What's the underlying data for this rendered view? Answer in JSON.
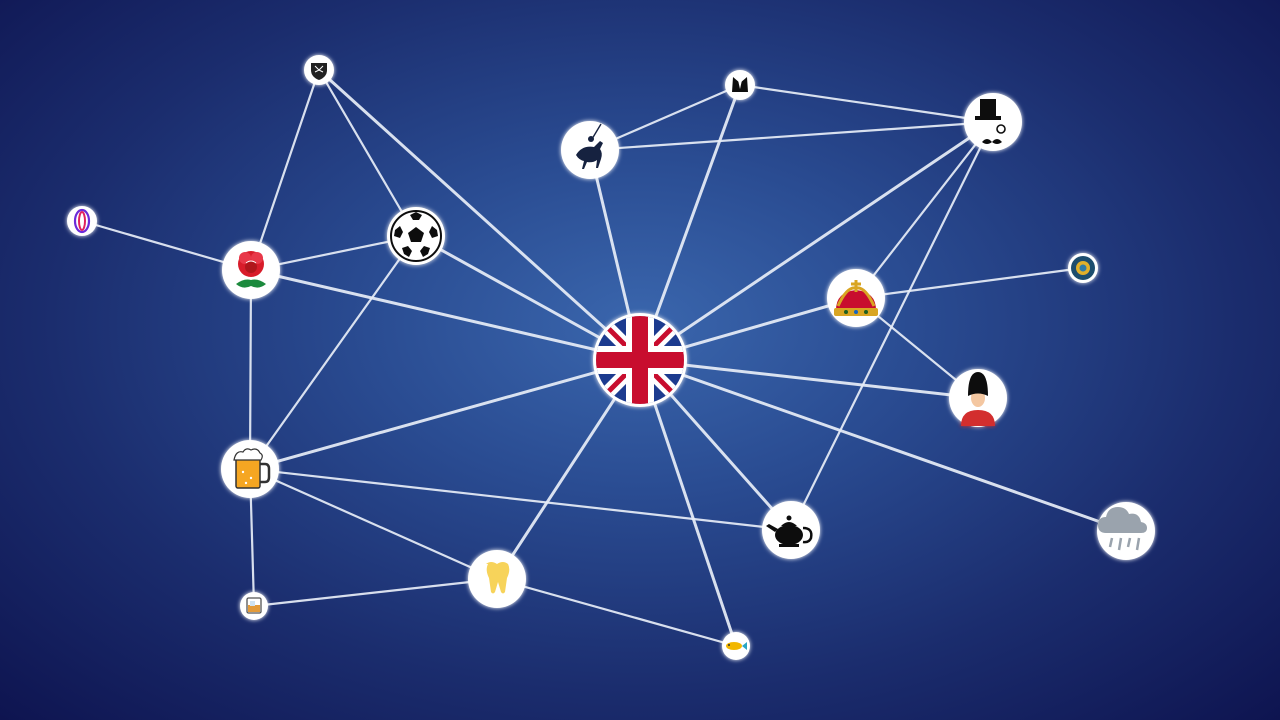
{
  "diagram": {
    "type": "network-graph",
    "colors": {
      "edge": "#e8eef8",
      "node_fill": "#ffffff",
      "background_center": "#3a66ad",
      "background_edge": "#0e1450"
    },
    "center_node": "union-jack",
    "nodes": [
      {
        "id": "union-jack",
        "icon": "union-jack-flag-icon"
      },
      {
        "id": "top-hat",
        "icon": "top-hat-monocle-mustache-icon"
      },
      {
        "id": "polo",
        "icon": "polo-player-horse-icon"
      },
      {
        "id": "suit",
        "icon": "suit-jacket-icon"
      },
      {
        "id": "crest",
        "icon": "shield-crest-icon"
      },
      {
        "id": "football",
        "icon": "soccer-ball-icon"
      },
      {
        "id": "rose",
        "icon": "england-rose-icon"
      },
      {
        "id": "rugby",
        "icon": "rugby-world-cup-icon"
      },
      {
        "id": "crown",
        "icon": "royal-crown-icon"
      },
      {
        "id": "badge",
        "icon": "round-badge-icon"
      },
      {
        "id": "guard",
        "icon": "royal-guard-icon"
      },
      {
        "id": "beer",
        "icon": "beer-mug-icon"
      },
      {
        "id": "teapot",
        "icon": "teapot-icon"
      },
      {
        "id": "rain",
        "icon": "rain-cloud-icon"
      },
      {
        "id": "tooth",
        "icon": "tooth-icon"
      },
      {
        "id": "whisky",
        "icon": "whisky-glass-icon"
      },
      {
        "id": "fish",
        "icon": "fish-chips-icon"
      }
    ],
    "edges": [
      [
        "union-jack",
        "top-hat"
      ],
      [
        "union-jack",
        "polo"
      ],
      [
        "union-jack",
        "suit"
      ],
      [
        "union-jack",
        "crest"
      ],
      [
        "union-jack",
        "football"
      ],
      [
        "union-jack",
        "rose"
      ],
      [
        "union-jack",
        "crown"
      ],
      [
        "union-jack",
        "guard"
      ],
      [
        "union-jack",
        "beer"
      ],
      [
        "union-jack",
        "teapot"
      ],
      [
        "union-jack",
        "rain"
      ],
      [
        "union-jack",
        "tooth"
      ],
      [
        "union-jack",
        "fish"
      ],
      [
        "suit",
        "polo"
      ],
      [
        "suit",
        "top-hat"
      ],
      [
        "polo",
        "top-hat"
      ],
      [
        "top-hat",
        "crown"
      ],
      [
        "top-hat",
        "teapot"
      ],
      [
        "crown",
        "badge"
      ],
      [
        "crown",
        "guard"
      ],
      [
        "crest",
        "rose"
      ],
      [
        "crest",
        "football"
      ],
      [
        "rugby",
        "rose"
      ],
      [
        "rose",
        "football"
      ],
      [
        "rose",
        "beer"
      ],
      [
        "football",
        "beer"
      ],
      [
        "beer",
        "teapot"
      ],
      [
        "beer",
        "tooth"
      ],
      [
        "beer",
        "whisky"
      ],
      [
        "whisky",
        "tooth"
      ],
      [
        "tooth",
        "fish"
      ]
    ]
  }
}
